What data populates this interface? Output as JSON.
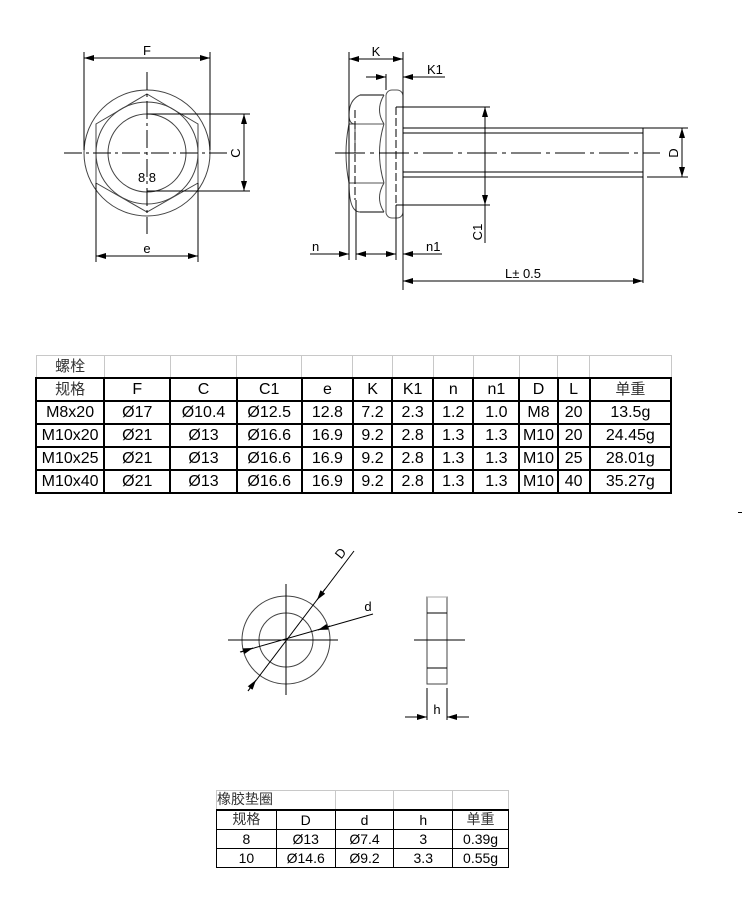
{
  "drawing": {
    "bolt_front_view": {
      "dim_F": "F",
      "dim_C": "C",
      "dim_e": "e",
      "head_marking": "8 8"
    },
    "bolt_side_view": {
      "dim_K": "K",
      "dim_K1": "K1",
      "dim_n": "n",
      "dim_n1": "n1",
      "dim_C1": "C1",
      "dim_D": "D",
      "dim_L": "L± 0.5"
    },
    "washer_views": {
      "dim_D": "D",
      "dim_d": "d",
      "dim_h": "h"
    }
  },
  "bolt_table": {
    "caption": "螺栓",
    "headers": [
      "规格",
      "F",
      "C",
      "C1",
      "e",
      "K",
      "K1",
      "n",
      "n1",
      "D",
      "L",
      "单重"
    ],
    "rows": [
      [
        "M8x20",
        "Ø17",
        "Ø10.4",
        "Ø12.5",
        "12.8",
        "7.2",
        "2.3",
        "1.2",
        "1.0",
        "M8",
        "20",
        "13.5g"
      ],
      [
        "M10x20",
        "Ø21",
        "Ø13",
        "Ø16.6",
        "16.9",
        "9.2",
        "2.8",
        "1.3",
        "1.3",
        "M10",
        "20",
        "24.45g"
      ],
      [
        "M10x25",
        "Ø21",
        "Ø13",
        "Ø16.6",
        "16.9",
        "9.2",
        "2.8",
        "1.3",
        "1.3",
        "M10",
        "25",
        "28.01g"
      ],
      [
        "M10x40",
        "Ø21",
        "Ø13",
        "Ø16.6",
        "16.9",
        "9.2",
        "2.8",
        "1.3",
        "1.3",
        "M10",
        "40",
        "35.27g"
      ]
    ]
  },
  "washer_table": {
    "caption": "橡胶垫圈",
    "headers": [
      "规格",
      "D",
      "d",
      "h",
      "单重"
    ],
    "rows": [
      [
        "8",
        "Ø13",
        "Ø7.4",
        "3",
        "0.39g"
      ],
      [
        "10",
        "Ø14.6",
        "Ø9.2",
        "3.3",
        "0.55g"
      ]
    ]
  }
}
